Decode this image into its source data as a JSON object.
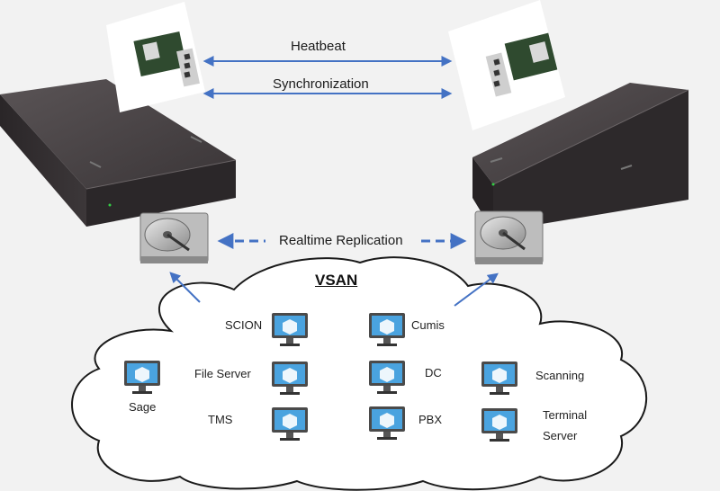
{
  "links": {
    "heartbeat": "Heatbeat",
    "synchronization": "Synchronization",
    "replication": "Realtime Replication"
  },
  "cloud": {
    "title": "VSAN",
    "vms": {
      "scion": "SCION",
      "cumis": "Cumis",
      "file_server": "File Server",
      "dc": "DC",
      "scanning": "Scanning",
      "sage": "Sage",
      "tms": "TMS",
      "pbx": "PBX",
      "terminal_server_line1": "Terminal",
      "terminal_server_line2": "Server"
    }
  },
  "icons": {
    "server": "server-chassis-icon",
    "nic": "network-card-icon",
    "disk": "hard-disk-icon",
    "vm": "virtual-machine-monitor-icon"
  },
  "colors": {
    "arrow": "#4472c4",
    "vm_screen": "#4aa3df",
    "chassis": "#3a3638",
    "background": "#f2f2f2"
  }
}
